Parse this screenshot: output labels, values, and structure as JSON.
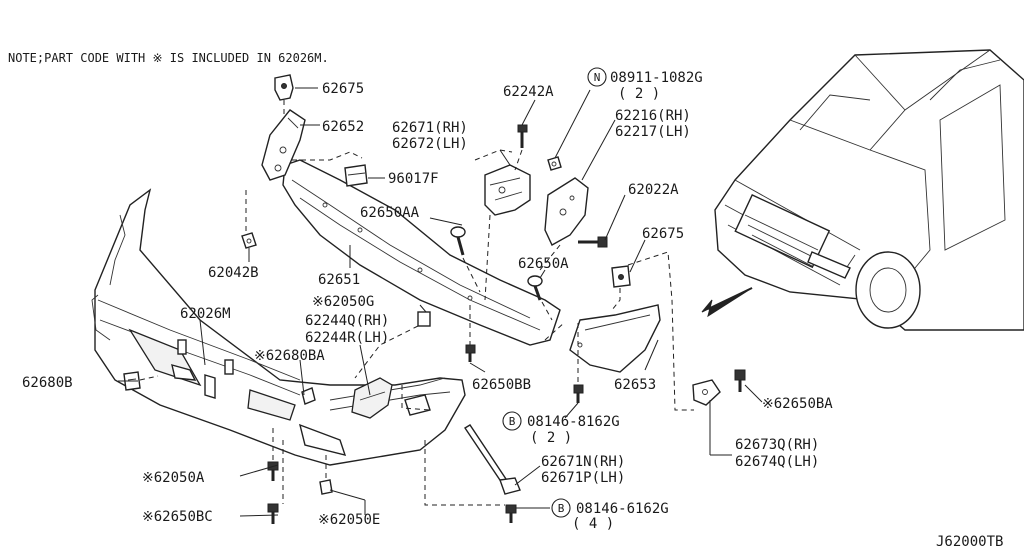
{
  "note": "NOTE;PART CODE WITH ※ IS INCLUDED IN 62026M.",
  "drawing_code": "J62000TB",
  "labels": {
    "p62675_top": "62675",
    "p62652": "62652",
    "p96017F": "96017F",
    "p62042B": "62042B",
    "p62651": "62651",
    "p62650AA": "62650AA",
    "p62242A": "62242A",
    "bolt_n_code": "08911-1082G",
    "bolt_n_qty": "( 2 )",
    "bolt_n_mark": "N",
    "p62671_rh": "62671(RH)",
    "p62672_lh": "62672(LH)",
    "p62216_rh": "62216(RH)",
    "p62217_lh": "62217(LH)",
    "p62022A": "62022A",
    "p62675_right": "62675",
    "p62650A": "62650A",
    "p62026M": "62026M",
    "p62050G": "※62050G",
    "p62244Q_rh": "62244Q(RH)",
    "p62244R_lh": "62244R(LH)",
    "p62680BA": "※62680BA",
    "p62680B": "62680B",
    "p62650BB": "62650BB",
    "p62653": "62653",
    "bolt_b1_code": "08146-8162G",
    "bolt_b1_qty": "( 2 )",
    "bolt_b1_mark": "B",
    "p62650BA": "※62650BA",
    "p62673Q_rh": "62673Q(RH)",
    "p62674Q_lh": "62674Q(LH)",
    "p62671N_rh": "62671N(RH)",
    "p62671P_lh": "62671P(LH)",
    "bolt_b2_code": "08146-6162G",
    "bolt_b2_qty": "( 4 )",
    "bolt_b2_mark": "B",
    "p62050A": "※62050A",
    "p62650BC": "※62650BC",
    "p62050E": "※62050E"
  }
}
